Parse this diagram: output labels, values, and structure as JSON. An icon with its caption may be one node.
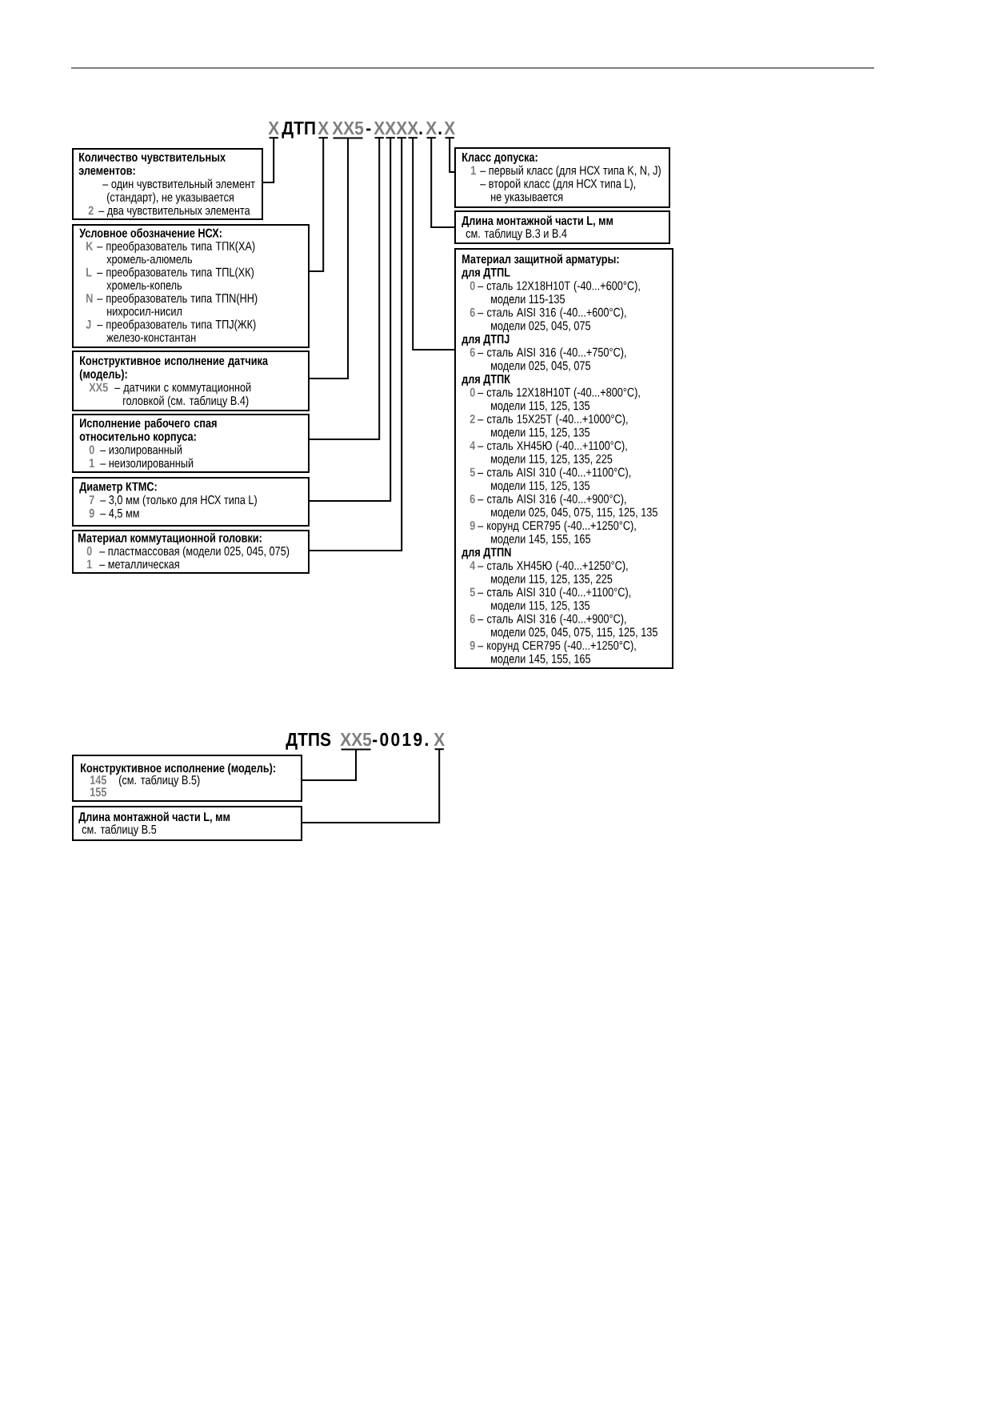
{
  "diagram": {
    "nodes": [
      {
        "text": [
          "X"
        ]
      },
      {
        "text": [
          "X"
        ]
      },
      {
        "text": [
          "XX5"
        ]
      },
      {
        "text": [
          "X"
        ]
      },
      {
        "text": [
          "X"
        ]
      },
      {
        "text": [
          "X"
        ]
      },
      {
        "text": [
          "X"
        ]
      },
      {
        "text": [
          "X"
        ]
      },
      {
        "text": [
          "X"
        ]
      },
      {
        "text": [
          "Количество чувствительных элементов:",
          "– один чувствительный элемент (стандарт), не указывается",
          "2",
          "– два чувствительных элемента"
        ]
      },
      {
        "text": [
          "Условное обозначение НСХ:",
          "K",
          "– преобразователь типа ТПК(ХА) хромель-алюмель",
          "L",
          "– преобразователь типа ТПL(ХК) хромель-копель",
          "N",
          "– преобразователь типа ТПN(НН) нихросил-нисил",
          "J",
          "– преобразователь типа ТПJ(ЖК) железо-константан"
        ]
      },
      {
        "text": [
          "Конструктивное исполнение датчика (модель):",
          "XX5",
          "– датчики с коммутационной головкой (см. таблицу В.4)"
        ]
      },
      {
        "text": [
          "Исполнение рабочего спая относительно корпуса:",
          "0",
          "– изолированный",
          "1",
          "– неизолированный"
        ]
      },
      {
        "text": [
          "Диаметр КТМС:",
          "7",
          "– 3,0 мм (только для НСХ типа L)",
          "9",
          "– 4,5 мм"
        ]
      },
      {
        "text": [
          "Материал коммутационной головки:",
          "0",
          "– пластмассовая (модели 025, 045, 075)",
          "1",
          "– металлическая"
        ]
      },
      {
        "text": [
          "Класс допуска:",
          "1",
          "– первый класс (для НСХ типа K, N, J)",
          "– второй класс (для НСХ типа L), не указывается"
        ]
      },
      {
        "text": [
          "Длина монтажной части L, мм",
          "см. таблицу В.3 и В.4"
        ]
      },
      {
        "text": [
          "Материал защитной арматуры:",
          "для ДТПL",
          "0",
          "– сталь 12Х18Н10Т (-40...+600°C), модели 115-135",
          "6",
          "– сталь AISI 316 (-40...+600°C), модели 025, 045, 075",
          "для ДТПJ",
          "6",
          "– сталь AISI 316 (-40...+750°C), модели 025, 045, 075",
          "для ДТПК",
          "0",
          "– сталь 12Х18Н10Т (-40...+800°C), модели 115, 125, 135",
          "2",
          "– сталь 15Х25Т (-40...+1000°C), модели 115, 125, 135",
          "4",
          "– сталь ХН45Ю (-40...+1100°C), модели 115, 125, 135, 225",
          "5",
          "– сталь AISI 310 (-40...+1100°C), модели 115, 125, 135",
          "6",
          "– сталь AISI 316 (-40...+900°C), модели 025, 045, 075, 115, 125, 135",
          "9",
          "– корунд CER795 (-40...+1250°C), модели 145, 155, 165",
          "для ДТПN",
          "4",
          "– сталь ХН45Ю (-40...+1250°C), модели 115, 125, 135, 225",
          "5",
          "– сталь AISI 310 (-40...+1100°C), модели 115, 125, 135",
          "6",
          "– сталь AISI 316 (-40...+900°C), модели 025, 045, 075, 115, 125, 135",
          "9",
          "– корунд CER795 (-40...+1250°C), модели 145, 155, 165"
        ]
      },
      {
        "text": [
          "XX5"
        ]
      },
      {
        "text": [
          "X"
        ]
      },
      {
        "text": [
          "Конструктивное исполнение (модель):",
          "145",
          "(см. таблицу В.5)",
          "155"
        ]
      },
      {
        "text": [
          "Длина монтажной части L, мм",
          "см. таблицу В.5"
        ]
      }
    ],
    "edges": [
      {
        "from": 0,
        "to": 9,
        "arrow": "none"
      },
      {
        "from": 1,
        "to": 10,
        "arrow": "none"
      },
      {
        "from": 2,
        "to": 11,
        "arrow": "none"
      },
      {
        "from": 3,
        "to": 12,
        "arrow": "none"
      },
      {
        "from": 4,
        "to": 13,
        "arrow": "none"
      },
      {
        "from": 5,
        "to": 14,
        "arrow": "none"
      },
      {
        "from": 6,
        "to": 17,
        "arrow": "none"
      },
      {
        "from": 7,
        "to": 16,
        "arrow": "none"
      },
      {
        "from": 8,
        "to": 15,
        "arrow": "none"
      },
      {
        "from": 18,
        "to": 20,
        "arrow": "none"
      },
      {
        "from": 19,
        "to": 21,
        "arrow": "none"
      }
    ],
    "labels": [
      "ДТП",
      "-",
      ".",
      ".",
      "ДТПS",
      "-0019."
    ]
  }
}
